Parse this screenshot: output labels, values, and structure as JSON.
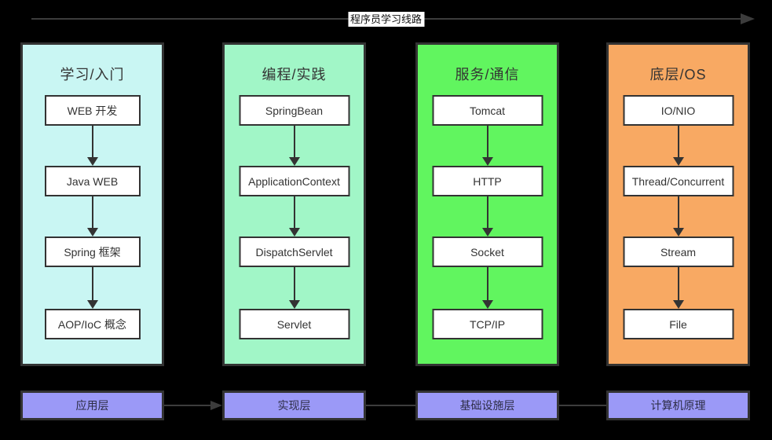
{
  "diagram": {
    "title_arrow_label": "程序员学习线路"
  },
  "columns": [
    {
      "title": "学习/入门",
      "color": "#c9f6f3",
      "items": [
        "WEB 开发",
        "Java WEB",
        "Spring 框架",
        "AOP/IoC 概念"
      ]
    },
    {
      "title": "编程/实践",
      "color": "#a1f6c7",
      "items": [
        "SpringBean",
        "ApplicationContext",
        "DispatchServlet",
        "Servlet"
      ]
    },
    {
      "title": "服务/通信",
      "color": "#61f55f",
      "items": [
        "Tomcat",
        "HTTP",
        "Socket",
        "TCP/IP"
      ]
    },
    {
      "title": "底层/OS",
      "color": "#f8a963",
      "items": [
        "IO/NIO",
        "Thread/Concurrent",
        "Stream",
        "File"
      ]
    }
  ],
  "footer": {
    "color": "#9b99f7",
    "labels": [
      "应用层",
      "实现层",
      "基础设施层",
      "计算机原理"
    ]
  },
  "colors": {
    "background": "#000000",
    "border": "#333333",
    "arrow": "#3c3c3c",
    "node_bg": "#ffffff",
    "text": "#333333"
  }
}
